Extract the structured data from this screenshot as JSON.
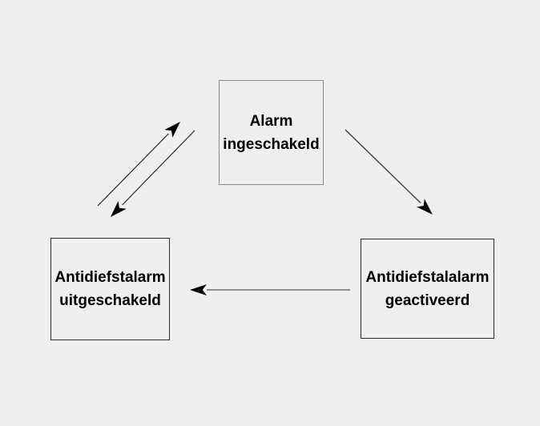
{
  "diagram": {
    "background_color": "#eeefee",
    "node_border_color": "#2b2b2b",
    "node_border_color_top_box": "#8a8a8a",
    "arrow_line_color": "#1c1c1c",
    "arrow_gray_line_color": "#8f8f8f",
    "arrowhead_color": "#000000",
    "nodes": {
      "armed": {
        "line1": "Alarm",
        "line2": "ingeschakeld"
      },
      "disarmed": {
        "line1": "Antidiefstalarm",
        "line2": "uitgeschakeld"
      },
      "triggered": {
        "line1": "Antidiefstalalarm",
        "line2": "geactiveerd"
      }
    },
    "edges": [
      {
        "from": "disarmed",
        "to": "armed"
      },
      {
        "from": "armed",
        "to": "disarmed"
      },
      {
        "from": "armed",
        "to": "triggered"
      },
      {
        "from": "triggered",
        "to": "disarmed"
      }
    ]
  }
}
